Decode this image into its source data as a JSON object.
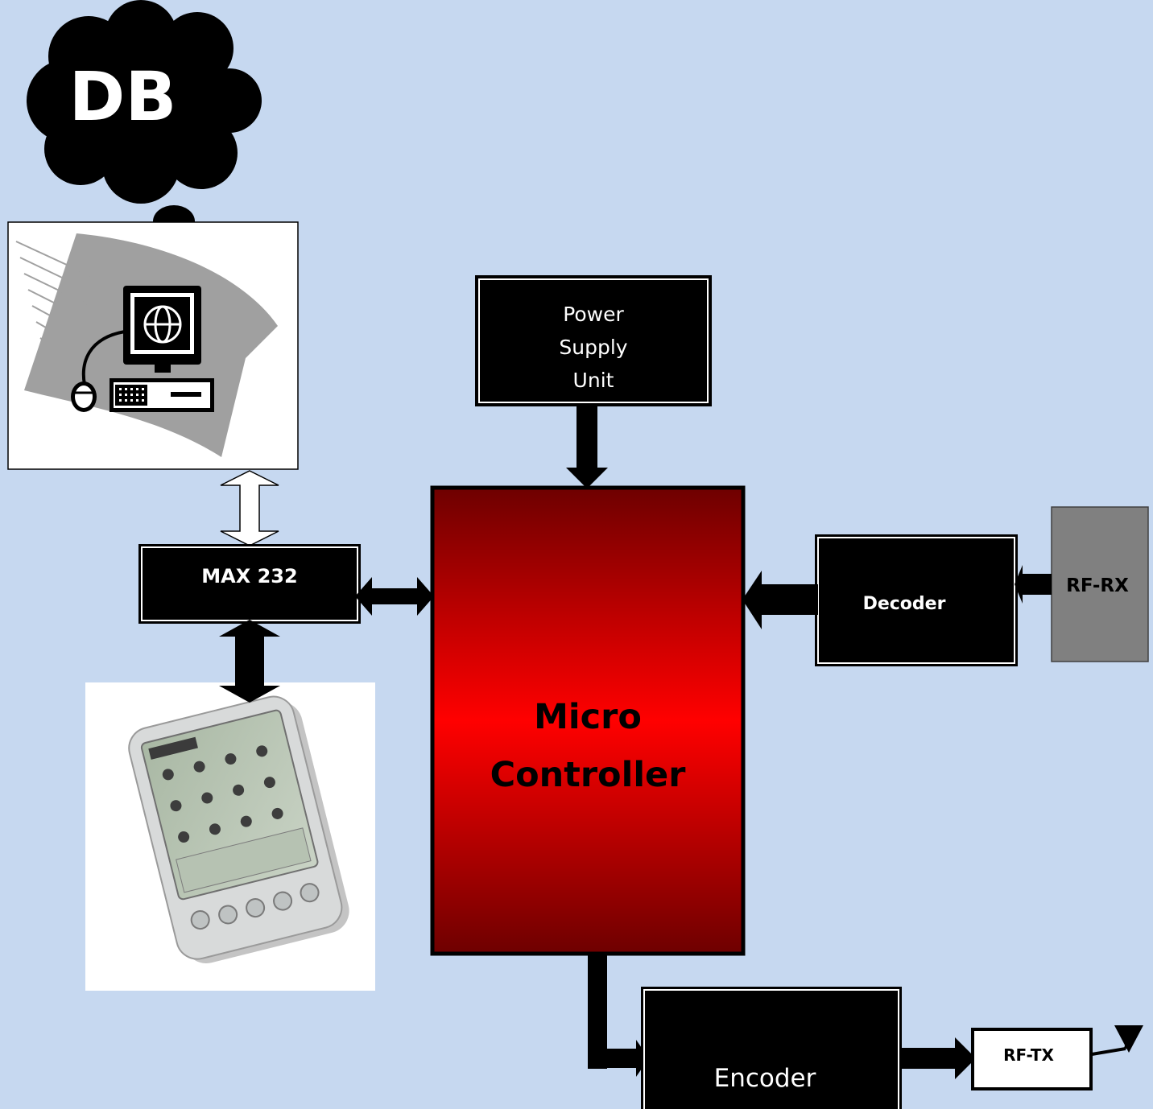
{
  "cloud": {
    "label": "DB"
  },
  "blocks": {
    "power_supply": {
      "lines": [
        "Power",
        "Supply",
        "Unit"
      ]
    },
    "microcontroller": {
      "lines": [
        "Micro",
        "Controller"
      ]
    },
    "max232": {
      "label": "MAX 232"
    },
    "decoder": {
      "label": "Decoder"
    },
    "rf_rx": {
      "label": "RF-RX"
    },
    "encoder": {
      "label": "Encoder"
    },
    "rf_tx": {
      "label": "RF-TX"
    }
  },
  "colors": {
    "background": "#c6d8f0",
    "block": "#000000",
    "micro_edge": "#6e0000",
    "micro_center": "#ff0000",
    "rf_rx_fill": "#808080",
    "outline": "#ffffff"
  }
}
